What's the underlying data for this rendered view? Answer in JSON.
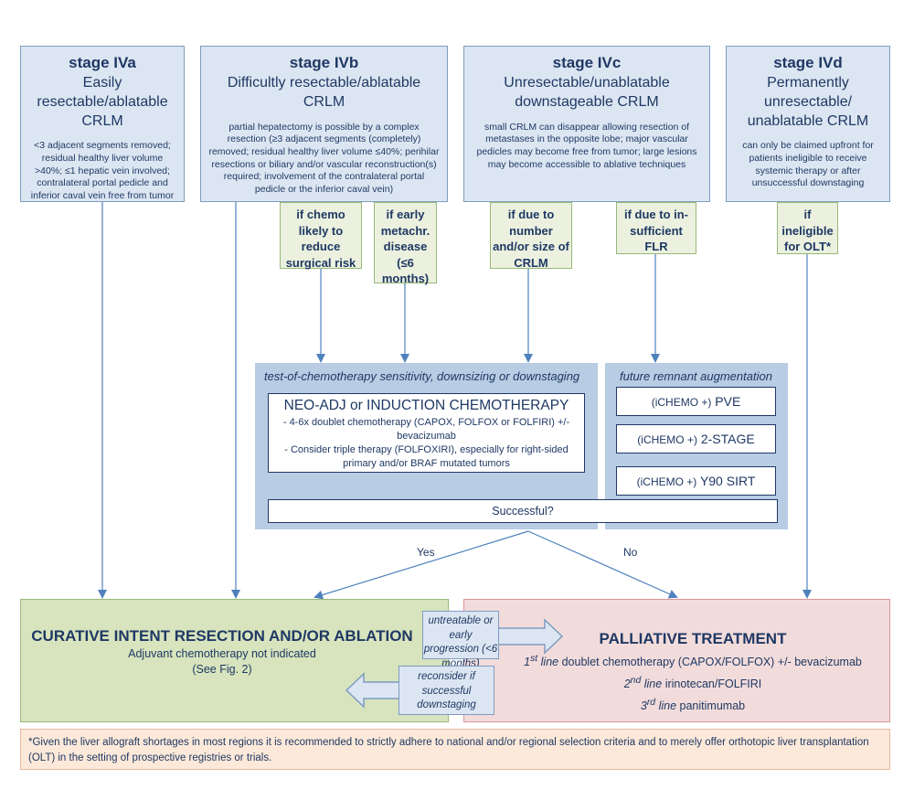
{
  "stages": [
    {
      "title": "stage IVa",
      "subtitle": "Easily resectable/ablatable CRLM",
      "description": "<3 adjacent segments removed; residual healthy liver volume >40%; ≤1 hepatic vein involved; contralateral portal pedicle and inferior caval vein free from tumor"
    },
    {
      "title": "stage IVb",
      "subtitle": "Difficultly resectable/ablatable CRLM",
      "description": "partial hepatectomy is possible by a complex resection (≥3 adjacent segments (completely) removed; residual healthy liver volume ≤40%; perihilar resections or biliary and/or vascular reconstruction(s) required; involvement of the contralateral portal pedicle or the inferior caval vein)"
    },
    {
      "title": "stage IVc",
      "subtitle": "Unresectable/unablatable downstageable CRLM",
      "description": "small CRLM can disappear allowing resection of metastases in the opposite lobe; major vascular pedicles may become free from tumor; large lesions may become accessible to ablative techniques"
    },
    {
      "title": "stage IVd",
      "subtitle": "Permanently unresectable/ unablatable CRLM",
      "description": "can only be claimed upfront for patients ineligible to receive systemic therapy or after unsuccessful downstaging"
    }
  ],
  "conditions": {
    "chemo_risk": "if chemo likely to reduce surgical risk",
    "early_metachr": "if early metachr. disease (≤6 months)",
    "number_size": "if due to number and/or size of CRLM",
    "insufficient_flr": "if due to in-sufficient FLR",
    "ineligible_olt": "if ineligible for OLT*"
  },
  "chemo_panel": {
    "title": "test-of-chemotherapy sensitivity, downsizing or downstaging",
    "box_title": "NEO-ADJ or INDUCTION  CHEMOTHERAPY",
    "items": [
      "-      4-6x doublet chemotherapy (CAPOX, FOLFOX or FOLFIRI) +/- bevacizumab",
      "-      Consider triple therapy  (FOLFOXIRI), especially for right-sided primary and/or BRAF mutated tumors"
    ]
  },
  "remnant_panel": {
    "title": "future remnant augmentation",
    "prefix": "(iCHEMO +)",
    "options": [
      "PVE",
      "2-STAGE",
      "Y90 SIRT"
    ]
  },
  "successful": "Successful?",
  "yes": "Yes",
  "no": "No",
  "curative": {
    "title": "CURATIVE INTENT RESECTION AND/OR ABLATION",
    "line1": "Adjuvant chemotherapy not indicated",
    "line2": "(See Fig. 2)"
  },
  "palliative": {
    "title": "PALLIATIVE TREATMENT",
    "lines": [
      {
        "sup": "1",
        "suffix": "st",
        "label": "line",
        "text": "doublet chemotherapy (CAPOX/FOLFOX) +/- bevacizumab"
      },
      {
        "sup": "2",
        "suffix": "nd",
        "label": "line",
        "text": "irinotecan/FOLFIRI"
      },
      {
        "sup": "3",
        "suffix": "rd",
        "label": "line",
        "text": "panitimumab"
      }
    ]
  },
  "callout_right": "untreatable or early progression (<6 months)",
  "callout_left": "reconsider if successful downstaging",
  "footnote": "*Given the liver allograft shortages in most regions it is recommended to strictly adhere to national and/or regional selection criteria and to merely offer orthotopic liver transplantation (OLT) in the setting of prospective registries or trials.",
  "colors": {
    "stage_bg": "#dce6f2",
    "condition_bg": "#ebf1de",
    "panel_bg": "#b8cce4",
    "curative_bg": "#d7e4bd",
    "palliative_bg": "#f2dcdb",
    "text": "#1f3864",
    "arrow": "#4f81bd"
  }
}
